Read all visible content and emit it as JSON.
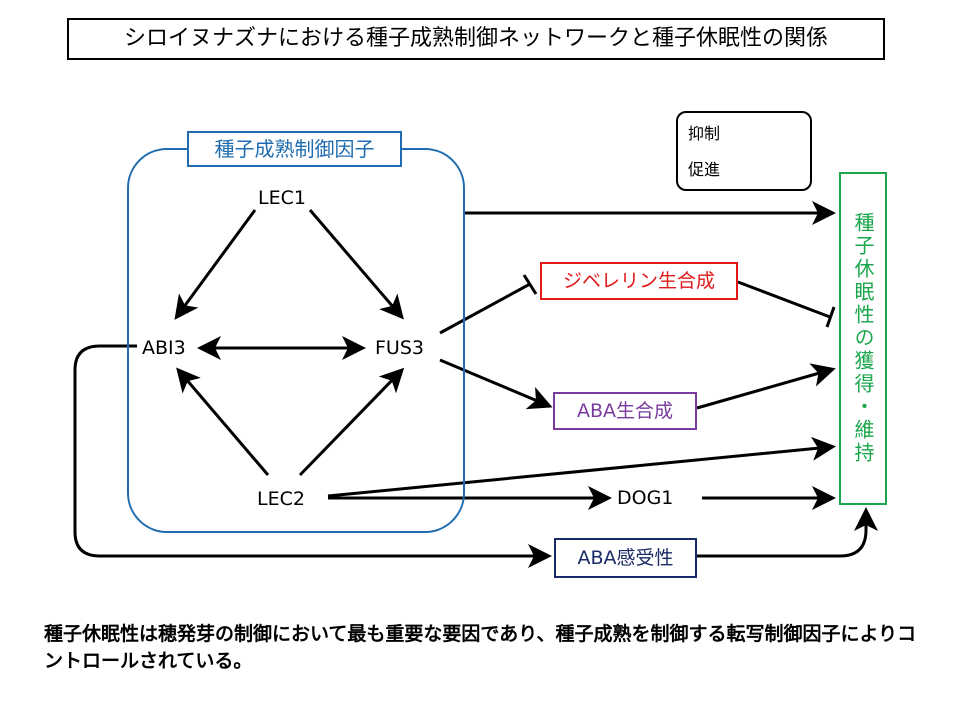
{
  "title": "シロイヌナズナにおける種子成熟制御ネットワークと種子休眠性の関係",
  "factor_group": {
    "label": "種子成熟制御因子",
    "nodes": {
      "lec1": "LEC1",
      "abi3": "ABI3",
      "fus3": "FUS3",
      "lec2": "LEC2"
    }
  },
  "legend": {
    "inhibition": "抑制",
    "promotion": "促進"
  },
  "targets": {
    "gibberellin": "ジベレリン生合成",
    "aba_synthesis": "ABA生合成",
    "dog1": "DOG1",
    "aba_sensitivity": "ABA感受性",
    "dormancy": "種子休眠性の獲得・維持"
  },
  "colors": {
    "factor_blue": "#1f6db0",
    "gibberellin_red": "#e01a1a",
    "aba_purple": "#7a3b9e",
    "sensitivity_navy": "#1a2a66",
    "dormancy_green": "#1aa64a"
  },
  "caption": "種子休眠性は穂発芽の制御において最も重要な要因であり、種子成熟を制御する転写制御因子によりコントロールされている。"
}
